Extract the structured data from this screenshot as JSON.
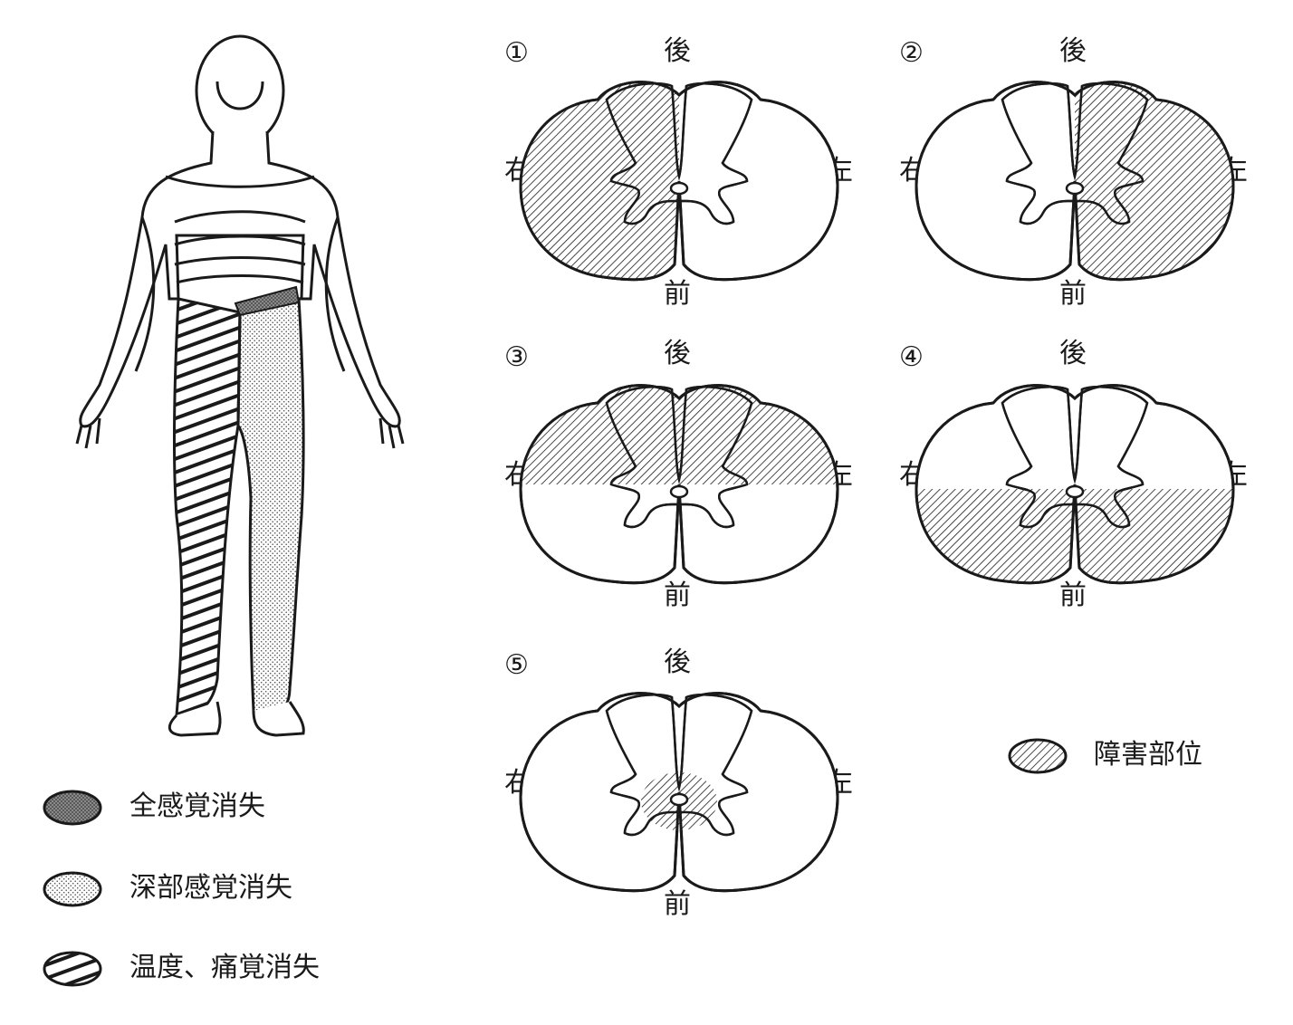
{
  "legend_left": [
    {
      "key": "total",
      "label": "全感覚消失",
      "pattern": "dense-dots"
    },
    {
      "key": "deep",
      "label": "深部感覚消失",
      "pattern": "light-dots"
    },
    {
      "key": "temp",
      "label": "温度、痛覚消失",
      "pattern": "stripes"
    }
  ],
  "legend_right": {
    "label": "障害部位",
    "pattern": "hatch"
  },
  "orientation": {
    "posterior": "後",
    "anterior": "前",
    "right": "右",
    "left": "左"
  },
  "sections": [
    {
      "id": "1",
      "number": "①",
      "lesion": "right-half"
    },
    {
      "id": "2",
      "number": "②",
      "lesion": "left-half"
    },
    {
      "id": "3",
      "number": "③",
      "lesion": "posterior-half"
    },
    {
      "id": "4",
      "number": "④",
      "lesion": "anterior-half"
    },
    {
      "id": "5",
      "number": "⑤",
      "lesion": "central"
    }
  ],
  "colors": {
    "ink": "#1a1a1a",
    "dense": "#7a7a7a",
    "light": "#d9d9d9"
  }
}
